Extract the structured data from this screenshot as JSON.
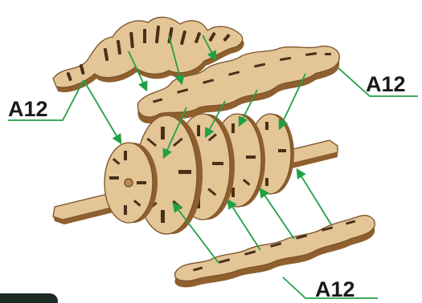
{
  "labels": [
    "A12",
    "A12",
    "A12"
  ],
  "colors": {
    "arrow": "#22a046",
    "wood_light": "#e3c596",
    "wood_edge": "#8f5f2e",
    "label_text": "#1a1a1a"
  }
}
